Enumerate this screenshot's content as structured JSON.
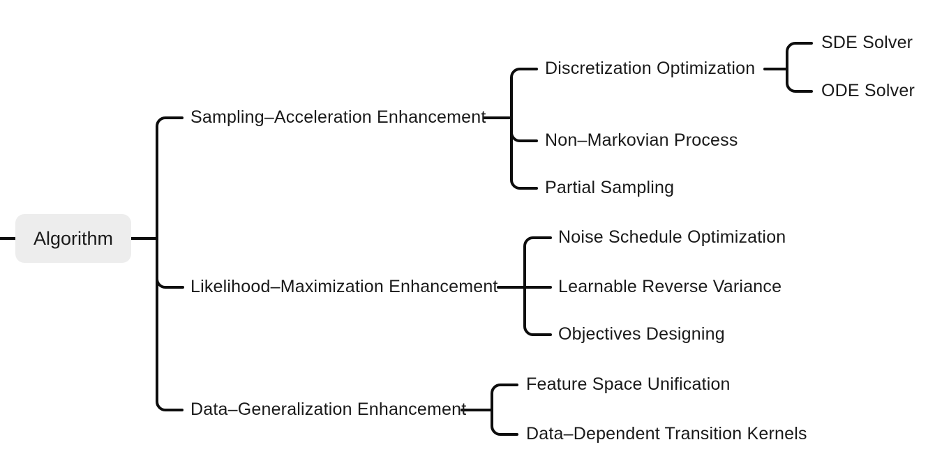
{
  "tree": {
    "root": {
      "label": "Algorithm"
    },
    "branches": [
      {
        "label": "Sampling–Acceleration Enhancement",
        "children": [
          {
            "label": "Discretization Optimization",
            "children": [
              {
                "label": "SDE Solver",
                "children": []
              },
              {
                "label": "ODE Solver",
                "children": []
              }
            ]
          },
          {
            "label": "Non–Markovian Process",
            "children": []
          },
          {
            "label": "Partial Sampling",
            "children": []
          }
        ]
      },
      {
        "label": "Likelihood–Maximization Enhancement",
        "children": [
          {
            "label": "Noise Schedule Optimization",
            "children": []
          },
          {
            "label": "Learnable Reverse Variance",
            "children": []
          },
          {
            "label": "Objectives Designing",
            "children": []
          }
        ]
      },
      {
        "label": "Data–Generalization Enhancement",
        "children": [
          {
            "label": "Feature Space Unification",
            "children": []
          },
          {
            "label": "Data–Dependent Transition Kernels",
            "children": []
          }
        ]
      }
    ],
    "colors": {
      "line": "#0d0d0d",
      "text": "#1a1a1a",
      "root_box_fill": "#ededed",
      "background": "#ffffff"
    }
  }
}
